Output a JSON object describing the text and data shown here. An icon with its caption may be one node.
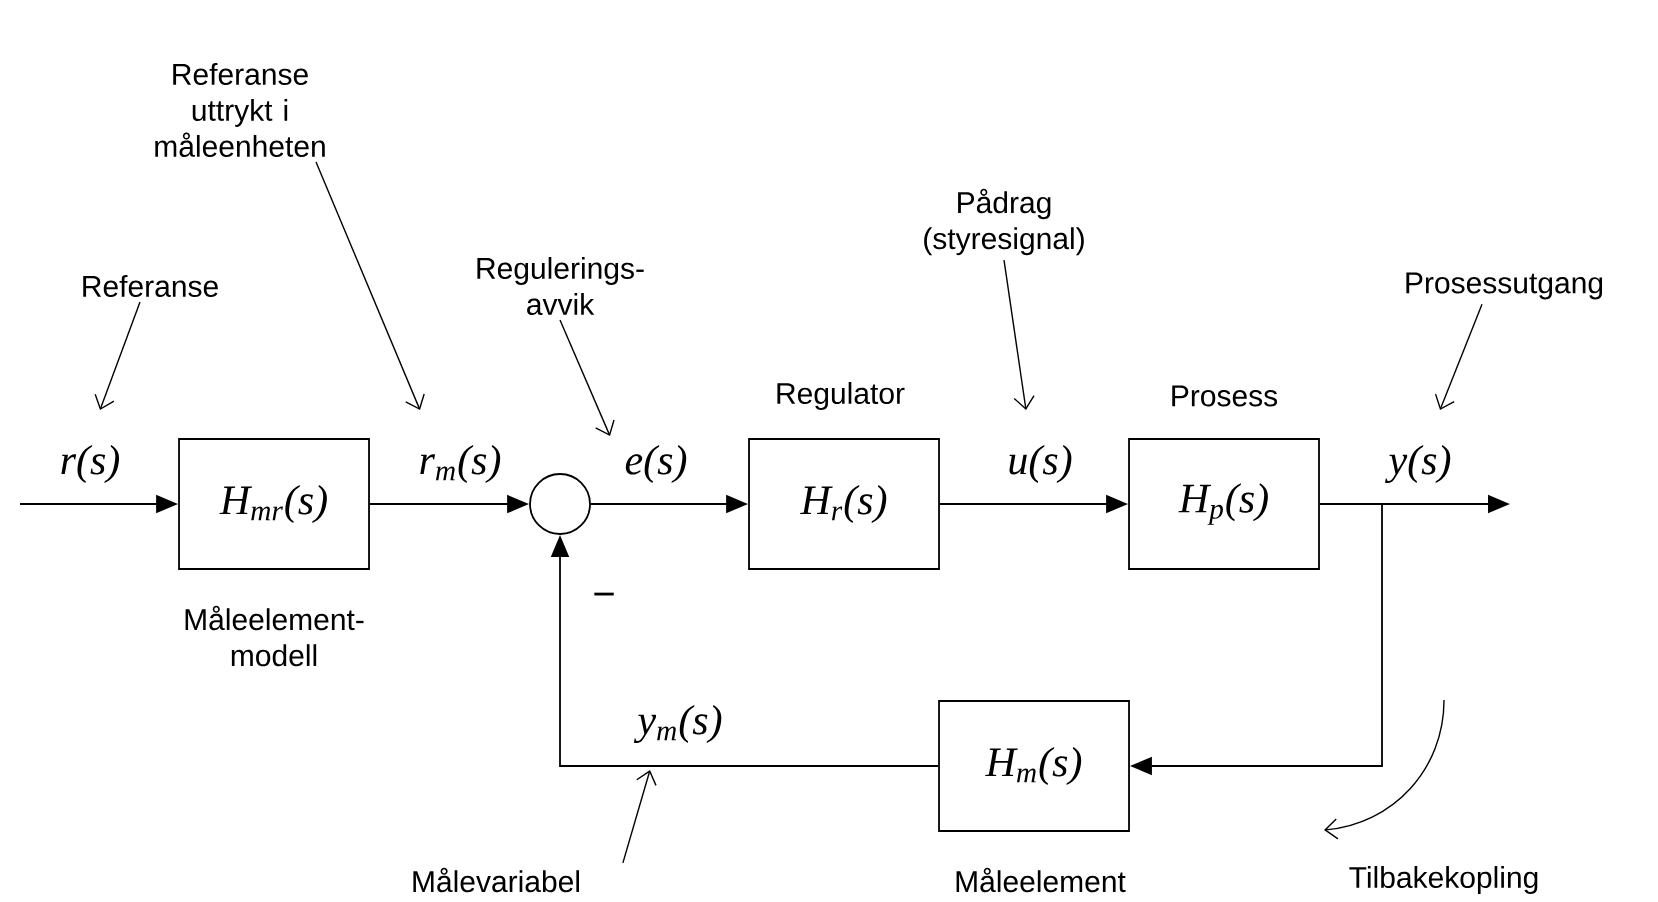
{
  "diagram": {
    "nodes": [
      {
        "text": [
          "H$_{mr}$(s)"
        ],
        "beside": [
          "Måleelement- modell"
        ]
      },
      {
        "text": [],
        "shape": "circle"
      },
      {
        "text": [
          "H$_{r}$(s)"
        ],
        "beside": [
          "Regulator"
        ]
      },
      {
        "text": [
          "H$_{p}$(s)"
        ],
        "beside": [
          "Prosess"
        ]
      },
      {
        "text": [
          "H$_{m}$(s)"
        ],
        "beside": [
          "Måleelement"
        ]
      },
      {
        "text": [
          "Referanse"
        ]
      },
      {
        "text": [
          "Referanse uttrykt i måleenheten"
        ]
      },
      {
        "text": [
          "Regulerings- avvik"
        ]
      },
      {
        "text": [
          "Pådrag (styresignal)"
        ]
      },
      {
        "text": [
          "Prosessutgang"
        ]
      },
      {
        "text": [
          "Målevariabel"
        ]
      }
    ],
    "edges": [
      {
        "from": null,
        "to": 0,
        "arrow": "to",
        "label": "r(s)"
      },
      {
        "from": 0,
        "to": 1,
        "arrow": "to",
        "label": "r$_{m}$(s)"
      },
      {
        "from": 1,
        "to": 2,
        "arrow": "to",
        "label": "e(s)"
      },
      {
        "from": 2,
        "to": 3,
        "arrow": "to",
        "label": "u(s)"
      },
      {
        "from": 3,
        "to": null,
        "arrow": "to",
        "label": "y(s)"
      },
      {
        "from": 3,
        "to": 4,
        "arrow": "to"
      },
      {
        "from": 4,
        "to": 1,
        "arrow": "to",
        "label": "y$_{m}$(s)"
      },
      {
        "from": 5,
        "to": null,
        "arrow": "to"
      },
      {
        "from": 6,
        "to": null,
        "arrow": "to"
      },
      {
        "from": 7,
        "to": null,
        "arrow": "to"
      },
      {
        "from": 8,
        "to": null,
        "arrow": "to"
      },
      {
        "from": 9,
        "to": null,
        "arrow": "to"
      },
      {
        "from": 10,
        "to": null,
        "arrow": "to"
      }
    ],
    "labels": [
      "−",
      "Tilbakekopling"
    ]
  }
}
